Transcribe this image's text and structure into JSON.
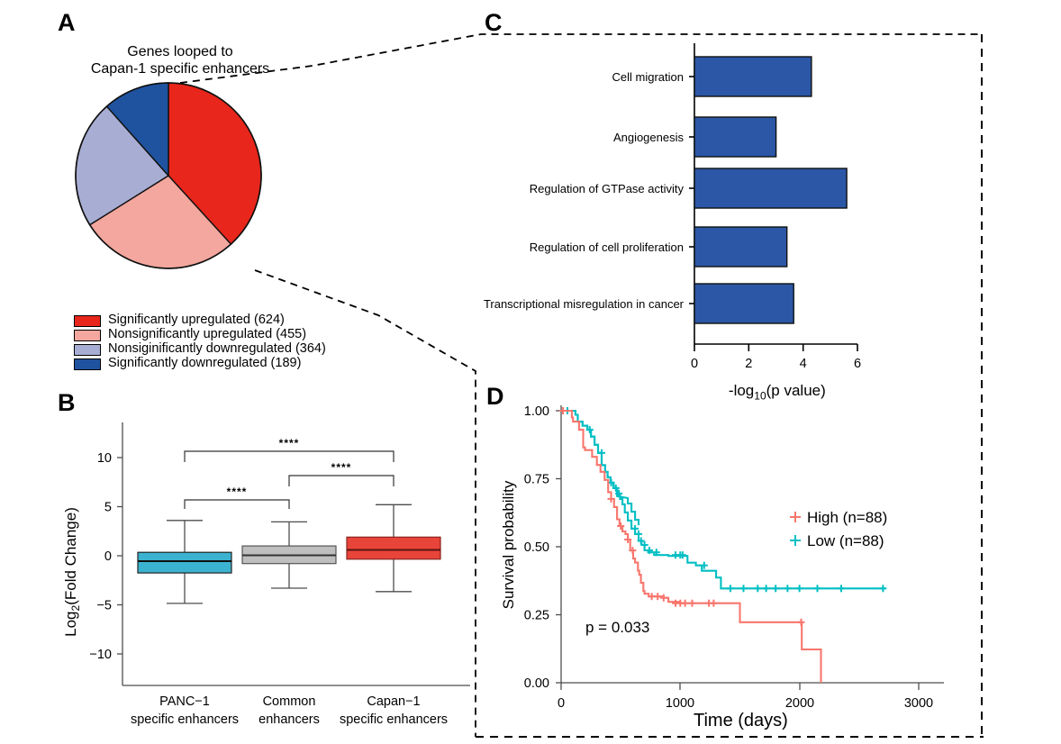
{
  "figure": {
    "panels": [
      "A",
      "B",
      "C",
      "D"
    ]
  },
  "panelA": {
    "letter": "A",
    "title_line1": "Genes looped to",
    "title_line2": "Capan-1 specific enhancers",
    "legend": [
      {
        "label": "Significantly upregulated (624)",
        "color": "#E8261C",
        "value": 624
      },
      {
        "label": "Nonsignificantly upregulated (455)",
        "color": "#F3A79E",
        "value": 455
      },
      {
        "label": "Nonsiginificantly downregulated (364)",
        "color": "#A8ADD3",
        "value": 364
      },
      {
        "label": "Significantly downregulated (189)",
        "color": "#1F53A0",
        "value": 189
      }
    ]
  },
  "panelB": {
    "letter": "B",
    "ylabel": "Log₂(Fold Change)",
    "yticks": [
      "10",
      "5",
      "0",
      "−5",
      "−10"
    ],
    "categories": [
      {
        "line1": "PANC−1",
        "line2": "specific enhancers"
      },
      {
        "line1": "Common",
        "line2": "enhancers"
      },
      {
        "line1": "Capan−1",
        "line2": "specific enhancers"
      }
    ],
    "significance": [
      "****",
      "****",
      "****"
    ]
  },
  "panelC": {
    "letter": "C",
    "xlabel_pre": "-log",
    "xlabel_sub": "10",
    "xlabel_post": "(p value)",
    "bar_color": "#2B57A6"
  },
  "panelD": {
    "letter": "D",
    "xlabel": "Time (days)",
    "ylabel": "Survival probability",
    "pvalue": "p = 0.033",
    "yticks": [
      "1.00",
      "0.75",
      "0.50",
      "0.25",
      "0.00"
    ],
    "xticks": [
      "0",
      "1000",
      "2000",
      "3000"
    ],
    "legend": [
      {
        "label": "High (n=88)",
        "color": "#F8766D"
      },
      {
        "label": "Low (n=88)",
        "color": "#00BFC4"
      }
    ]
  },
  "chart_data": [
    {
      "type": "pie",
      "title": "Genes looped to Capan-1 specific enhancers",
      "labels": [
        "Significantly upregulated (624)",
        "Nonsignificantly upregulated (455)",
        "Nonsiginificantly downregulated (364)",
        "Significantly downregulated (189)"
      ],
      "values": [
        624,
        455,
        364,
        189
      ],
      "total": 1632,
      "colors": [
        "#E8261C",
        "#F3A79E",
        "#A8ADD3",
        "#1F53A0"
      ],
      "legend_position": "bottom-left",
      "start_angle_deg": 0,
      "direction": "clockwise"
    },
    {
      "type": "box",
      "title": "",
      "xlabel": "",
      "ylabel": "Log2(Fold Change)",
      "ylim": [
        -12.5,
        12.5
      ],
      "yticks": [
        10,
        5,
        0,
        -5,
        -10
      ],
      "grid": false,
      "categories": [
        "PANC-1 specific enhancers",
        "Common enhancers",
        "Capan-1 specific enhancers"
      ],
      "colors": [
        "#3BB3D0",
        "#BFBFBF",
        "#E8443A"
      ],
      "boxes": [
        {
          "category": "PANC-1 specific enhancers",
          "whisker_low": -4.85,
          "q1": -1.75,
          "median": -0.55,
          "q3": 0.35,
          "whisker_high": 3.6
        },
        {
          "category": "Common enhancers",
          "whisker_low": -3.3,
          "q1": -0.8,
          "median": 0.05,
          "q3": 1.0,
          "whisker_high": 3.45
        },
        {
          "category": "Capan-1 specific enhancers",
          "whisker_low": -3.65,
          "q1": -0.35,
          "median": 0.6,
          "q3": 1.9,
          "whisker_high": 5.2
        }
      ],
      "annotations": [
        {
          "from": "PANC-1 specific enhancers",
          "to": "Common enhancers",
          "label": "****"
        },
        {
          "from": "Common enhancers",
          "to": "Capan-1 specific enhancers",
          "label": "****"
        },
        {
          "from": "PANC-1 specific enhancers",
          "to": "Capan-1 specific enhancers",
          "label": "****"
        }
      ]
    },
    {
      "type": "bar",
      "orientation": "horizontal",
      "title": "",
      "xlabel": "-log10(p value)",
      "ylabel": "",
      "xlim": [
        0,
        6.2
      ],
      "xticks": [
        0,
        2,
        4,
        6
      ],
      "grid": false,
      "bar_color": "#2B57A6",
      "categories": [
        "Cell migration",
        "Angiogenesis",
        "Regulation of GTPase activity",
        "Regulation of cell proliferation",
        "Transcriptional misregulation in cancer"
      ],
      "values": [
        4.3,
        3.0,
        5.6,
        3.4,
        3.65
      ]
    },
    {
      "type": "line",
      "subtype": "kaplan-meier",
      "title": "",
      "xlabel": "Time (days)",
      "ylabel": "Survival probability",
      "xlim": [
        0,
        3100
      ],
      "ylim": [
        0,
        1.02
      ],
      "xticks": [
        0,
        1000,
        2000,
        3000
      ],
      "yticks": [
        0.0,
        0.25,
        0.5,
        0.75,
        1.0
      ],
      "grid": false,
      "annotation": "p = 0.033",
      "legend_position": "right-middle",
      "series": [
        {
          "name": "High (n=88)",
          "color": "#F8766D",
          "n": 88,
          "points": [
            [
              0,
              1.0
            ],
            [
              90,
              1.0
            ],
            [
              100,
              0.975
            ],
            [
              150,
              0.96
            ],
            [
              185,
              0.93
            ],
            [
              200,
              0.865
            ],
            [
              260,
              0.855
            ],
            [
              300,
              0.83
            ],
            [
              330,
              0.8
            ],
            [
              360,
              0.775
            ],
            [
              395,
              0.745
            ],
            [
              420,
              0.7
            ],
            [
              450,
              0.675
            ],
            [
              480,
              0.645
            ],
            [
              510,
              0.6
            ],
            [
              530,
              0.575
            ],
            [
              560,
              0.555
            ],
            [
              585,
              0.545
            ],
            [
              605,
              0.525
            ],
            [
              625,
              0.485
            ],
            [
              650,
              0.455
            ],
            [
              665,
              0.44
            ],
            [
              690,
              0.41
            ],
            [
              700,
              0.395
            ],
            [
              715,
              0.365
            ],
            [
              735,
              0.335
            ],
            [
              745,
              0.315
            ],
            [
              765,
              0.305
            ],
            [
              800,
              0.295
            ],
            [
              860,
              0.29
            ],
            [
              900,
              0.275
            ],
            [
              1000,
              0.27
            ],
            [
              1100,
              0.27
            ],
            [
              1250,
              0.27
            ],
            [
              1350,
              0.27
            ],
            [
              1500,
              0.27
            ],
            [
              1505,
              0.2
            ],
            [
              2020,
              0.2
            ],
            [
              2030,
              0.1
            ],
            [
              2180,
              0.1
            ],
            [
              2185,
              0.0
            ]
          ],
          "censor_times": [
            420,
            500,
            560,
            600,
            760,
            800,
            860,
            960,
            1000,
            1040,
            1100,
            1240,
            1280,
            2015
          ]
        },
        {
          "name": "Low (n=88)",
          "color": "#00BFC4",
          "n": 88,
          "points": [
            [
              0,
              1.0
            ],
            [
              120,
              1.0
            ],
            [
              140,
              0.985
            ],
            [
              180,
              0.96
            ],
            [
              220,
              0.945
            ],
            [
              250,
              0.93
            ],
            [
              280,
              0.905
            ],
            [
              310,
              0.875
            ],
            [
              340,
              0.845
            ],
            [
              370,
              0.8
            ],
            [
              400,
              0.775
            ],
            [
              420,
              0.755
            ],
            [
              445,
              0.735
            ],
            [
              470,
              0.715
            ],
            [
              500,
              0.695
            ],
            [
              530,
              0.665
            ],
            [
              560,
              0.635
            ],
            [
              590,
              0.605
            ],
            [
              620,
              0.585
            ],
            [
              650,
              0.56
            ],
            [
              680,
              0.545
            ],
            [
              700,
              0.525
            ],
            [
              730,
              0.51
            ],
            [
              760,
              0.505
            ],
            [
              800,
              0.495
            ],
            [
              900,
              0.49
            ],
            [
              1050,
              0.49
            ],
            [
              1060,
              0.465
            ],
            [
              1130,
              0.455
            ],
            [
              1180,
              0.435
            ],
            [
              1250,
              0.435
            ],
            [
              1300,
              0.41
            ],
            [
              1340,
              0.37
            ],
            [
              2720,
              0.37
            ]
          ],
          "censor_times": [
            30,
            55,
            240,
            340,
            420,
            455,
            480,
            620,
            650,
            670,
            700,
            740,
            800,
            960,
            1000,
            1020,
            1040,
            1200,
            1420,
            1530,
            1650,
            1720,
            1800,
            1900,
            2000,
            2150,
            2350,
            2700
          ]
        }
      ]
    }
  ]
}
